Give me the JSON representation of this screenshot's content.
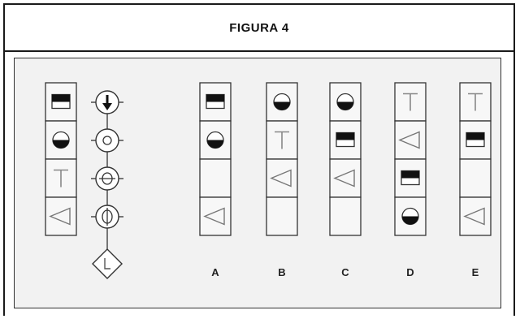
{
  "figure": {
    "title": "FIGURA 4"
  },
  "options": [
    {
      "label": "A",
      "cells": [
        "rect-top",
        "half-circle",
        "blank",
        "triangle"
      ]
    },
    {
      "label": "B",
      "cells": [
        "half-circle",
        "T",
        "triangle",
        "blank"
      ]
    },
    {
      "label": "C",
      "cells": [
        "half-circle",
        "rect-top",
        "triangle",
        "blank"
      ]
    },
    {
      "label": "D",
      "cells": [
        "T",
        "triangle",
        "rect-top",
        "half-circle"
      ]
    },
    {
      "label": "E",
      "cells": [
        "T",
        "rect-top",
        "blank",
        "triangle"
      ]
    }
  ],
  "key": {
    "cells": [
      "rect-top",
      "half-circle",
      "T",
      "triangle"
    ],
    "flowchart": [
      "arrow-down-circle",
      "circle-in-circle",
      "horizontal-bar-circle",
      "vertical-bar-circle",
      "L-diamond"
    ]
  },
  "colors": {
    "stroke": "#333333",
    "panel": "#f2f2f2"
  }
}
